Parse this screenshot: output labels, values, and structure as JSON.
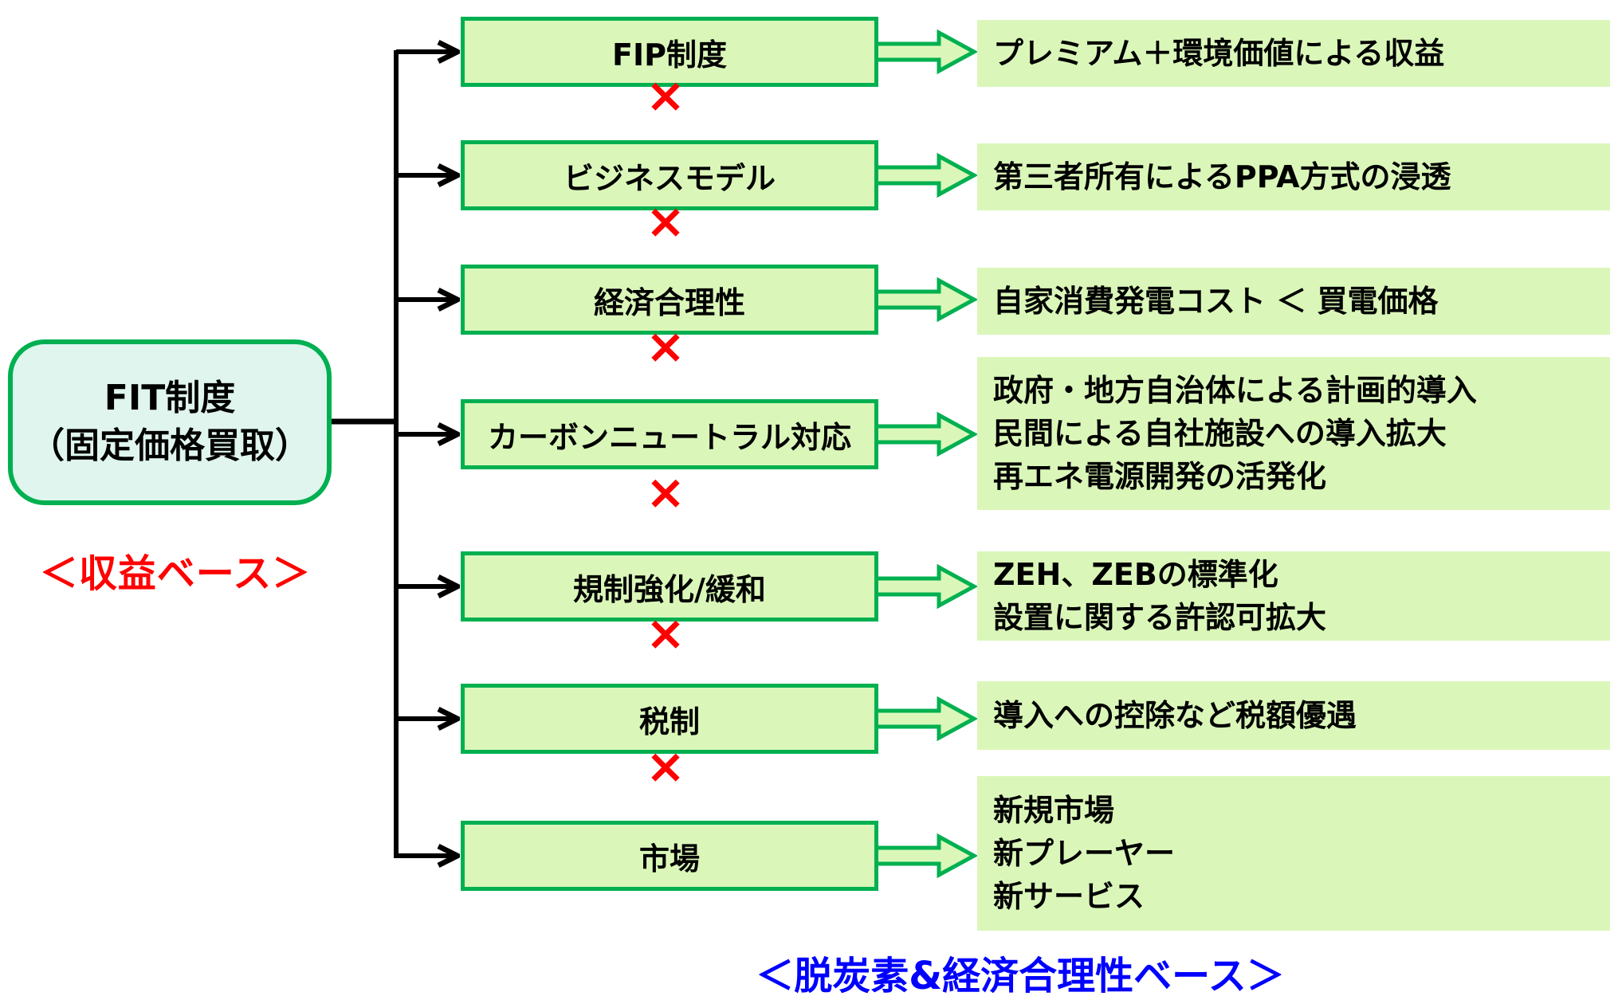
{
  "diagram": {
    "source": {
      "line1": "FIT制度",
      "line2": "（固定価格買取）"
    },
    "left_caption": "＜収益ベース＞",
    "bottom_caption": "＜脱炭素&経済合理性ベース＞",
    "connector": "×",
    "colors": {
      "box_border": "#00b050",
      "box_fill": "#daf7b9",
      "source_fill": "#dff5ee",
      "left_caption": "#ff0000",
      "bottom_caption": "#0000ff",
      "cross": "#ff0000"
    },
    "factors": [
      {
        "label": "FIP制度",
        "outcomes": [
          "プレミアム＋環境価値による収益"
        ]
      },
      {
        "label": "ビジネスモデル",
        "outcomes": [
          "第三者所有によるPPA方式の浸透"
        ]
      },
      {
        "label": "経済合理性",
        "outcomes": [
          "自家消費発電コスト ＜ 買電価格"
        ]
      },
      {
        "label": "カーボンニュートラル対応",
        "outcomes": [
          "政府・地方自治体による計画的導入",
          "民間による自社施設への導入拡大",
          "再エネ電源開発の活発化"
        ]
      },
      {
        "label": "規制強化/緩和",
        "outcomes": [
          "ZEH、ZEBの標準化",
          "設置に関する許認可拡大"
        ]
      },
      {
        "label": "税制",
        "outcomes": [
          "導入への控除など税額優遇"
        ]
      },
      {
        "label": "市場",
        "outcomes": [
          "新規市場",
          "新プレーヤー",
          "新サービス"
        ]
      }
    ]
  }
}
